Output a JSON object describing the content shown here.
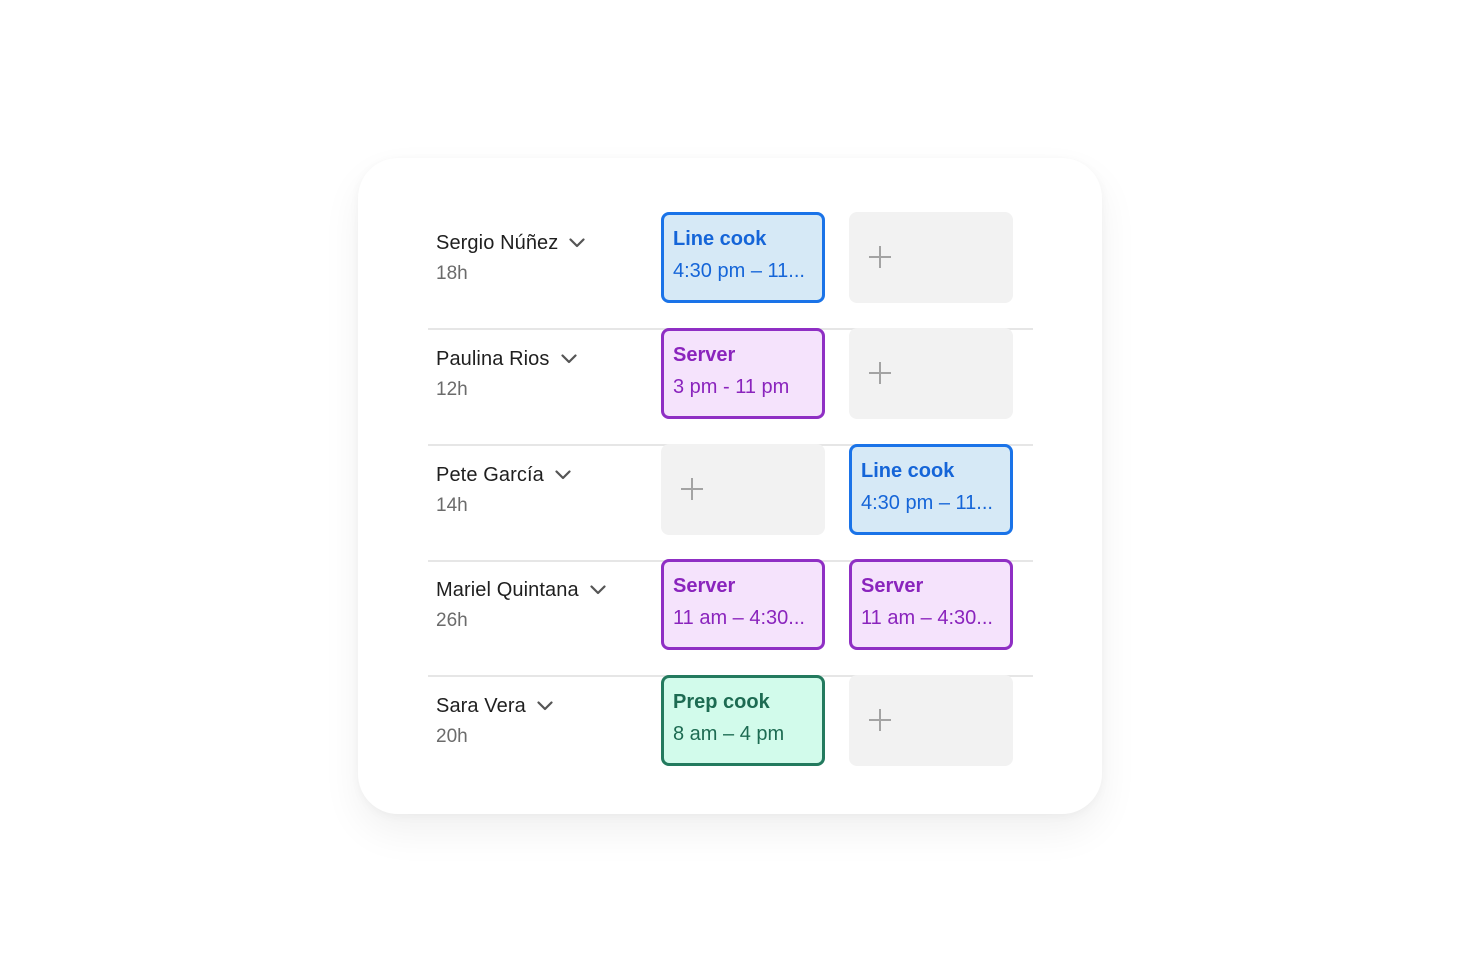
{
  "role_styles": {
    "line-cook": {
      "border": "#1a73e8",
      "bg": "#d6e9f6",
      "text": "#1565d8"
    },
    "server": {
      "border": "#8f2fc4",
      "bg": "#f5e3fc",
      "text": "#8a24bd"
    },
    "prep-cook": {
      "border": "#237a5e",
      "bg": "#d2fbeb",
      "text": "#1d6b52"
    }
  },
  "employees": [
    {
      "name": "Sergio Núñez",
      "hours": "18h",
      "slots": [
        {
          "type": "shift",
          "role_key": "line-cook",
          "role": "Line cook",
          "time": "4:30 pm – 11..."
        },
        {
          "type": "empty",
          "icon": "plus-icon"
        }
      ]
    },
    {
      "name": "Paulina Rios",
      "hours": "12h",
      "slots": [
        {
          "type": "shift",
          "role_key": "server",
          "role": "Server",
          "time": "3 pm - 11 pm"
        },
        {
          "type": "empty",
          "icon": "plus-icon"
        }
      ]
    },
    {
      "name": "Pete García",
      "hours": "14h",
      "slots": [
        {
          "type": "empty",
          "icon": "plus-icon"
        },
        {
          "type": "shift",
          "role_key": "line-cook",
          "role": "Line cook",
          "time": "4:30 pm – 11..."
        }
      ]
    },
    {
      "name": "Mariel Quintana",
      "hours": "26h",
      "slots": [
        {
          "type": "shift",
          "role_key": "server",
          "role": "Server",
          "time": "11 am – 4:30..."
        },
        {
          "type": "shift",
          "role_key": "server",
          "role": "Server",
          "time": "11 am – 4:30..."
        }
      ]
    },
    {
      "name": "Sara Vera",
      "hours": "20h",
      "slots": [
        {
          "type": "shift",
          "role_key": "prep-cook",
          "role": "Prep cook",
          "time": "8 am – 4 pm"
        },
        {
          "type": "empty",
          "icon": "plus-icon"
        }
      ]
    }
  ]
}
